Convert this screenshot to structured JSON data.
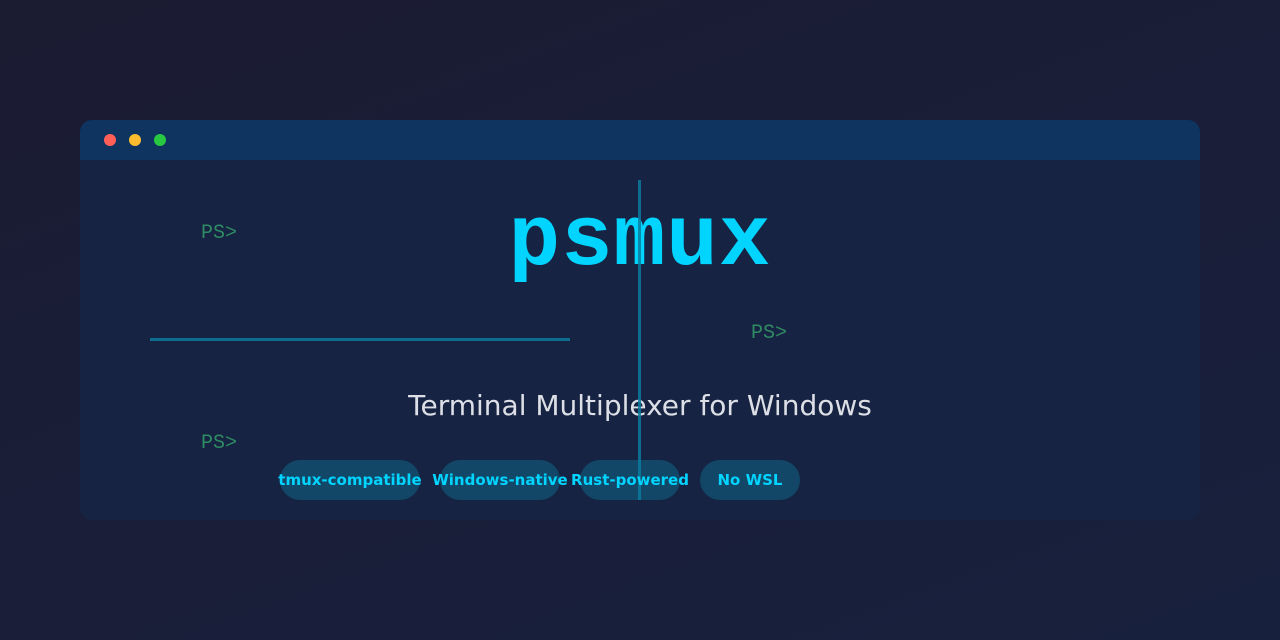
{
  "window": {
    "controls": [
      "close",
      "minimize",
      "maximize"
    ],
    "colors": {
      "close": "#ff5f57",
      "minimize": "#febc2e",
      "maximize": "#28c840",
      "titlebar": "#0f3460",
      "accent": "#00d4ff",
      "prompt": "#2e8b63"
    }
  },
  "prompts": [
    "PS>",
    "PS>",
    "PS>"
  ],
  "title": "psmux",
  "subtitle": "Terminal Multiplexer for Windows",
  "tags": [
    {
      "label": "tmux-compatible"
    },
    {
      "label": "Windows-native"
    },
    {
      "label": "Rust-powered"
    },
    {
      "label": "No WSL"
    }
  ]
}
